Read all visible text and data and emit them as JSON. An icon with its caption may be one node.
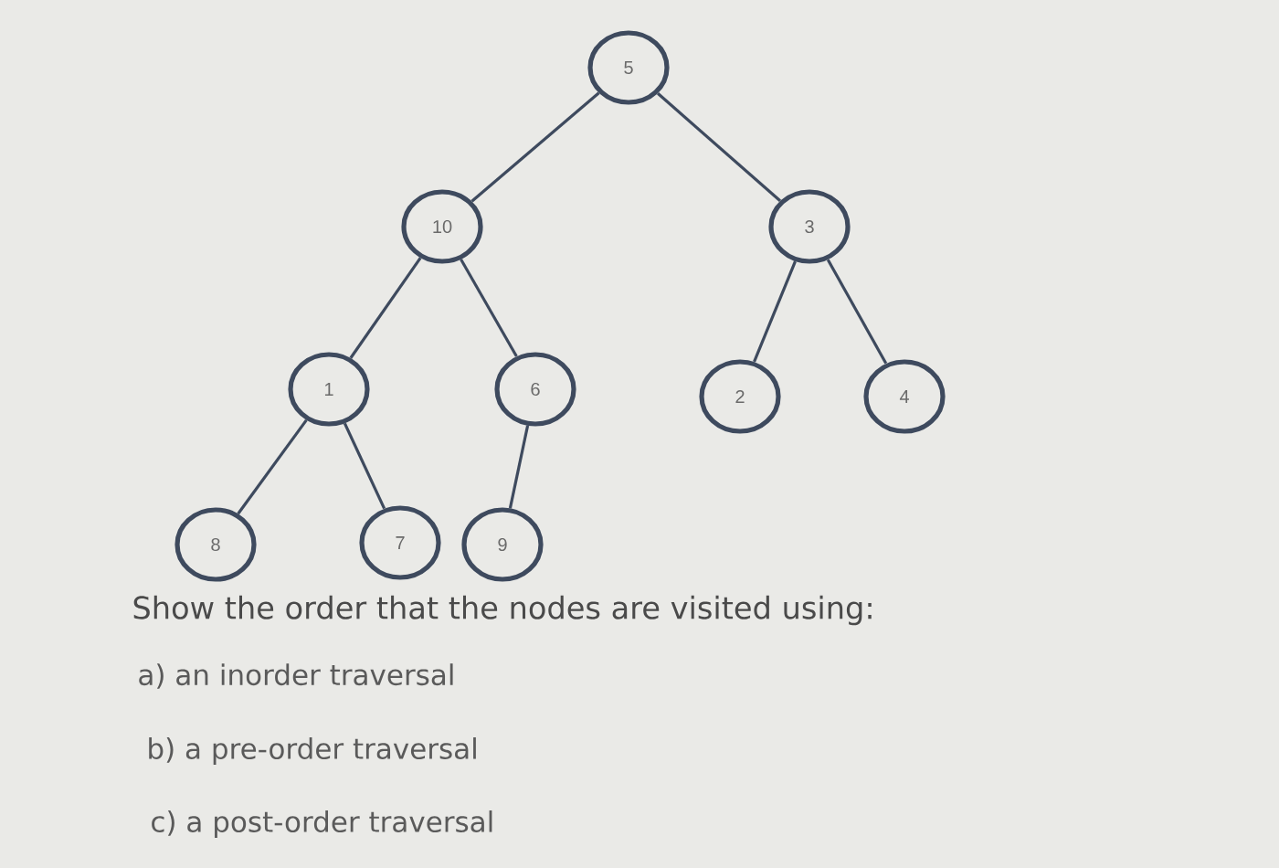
{
  "diagram": {
    "nodes": [
      {
        "text": [
          "5"
        ]
      },
      {
        "text": [
          "10"
        ]
      },
      {
        "text": [
          "3"
        ]
      },
      {
        "text": [
          "1"
        ]
      },
      {
        "text": [
          "6"
        ]
      },
      {
        "text": [
          "2"
        ]
      },
      {
        "text": [
          "4"
        ]
      },
      {
        "text": [
          "8"
        ]
      },
      {
        "text": [
          "7"
        ]
      },
      {
        "text": [
          "9"
        ]
      }
    ],
    "edges": [
      {
        "from": 0,
        "to": 1,
        "arrow": "none"
      },
      {
        "from": 0,
        "to": 2,
        "arrow": "none"
      },
      {
        "from": 1,
        "to": 3,
        "arrow": "none"
      },
      {
        "from": 1,
        "to": 4,
        "arrow": "none"
      },
      {
        "from": 2,
        "to": 5,
        "arrow": "none"
      },
      {
        "from": 2,
        "to": 6,
        "arrow": "none"
      },
      {
        "from": 3,
        "to": 7,
        "arrow": "none"
      },
      {
        "from": 3,
        "to": 8,
        "arrow": "none"
      },
      {
        "from": 4,
        "to": 9,
        "arrow": "none"
      }
    ],
    "labels": [
      "Show the order that the nodes are visited using:",
      "a) an inorder traversal",
      "b) a pre-order traversal",
      "c) a post-order traversal"
    ]
  }
}
